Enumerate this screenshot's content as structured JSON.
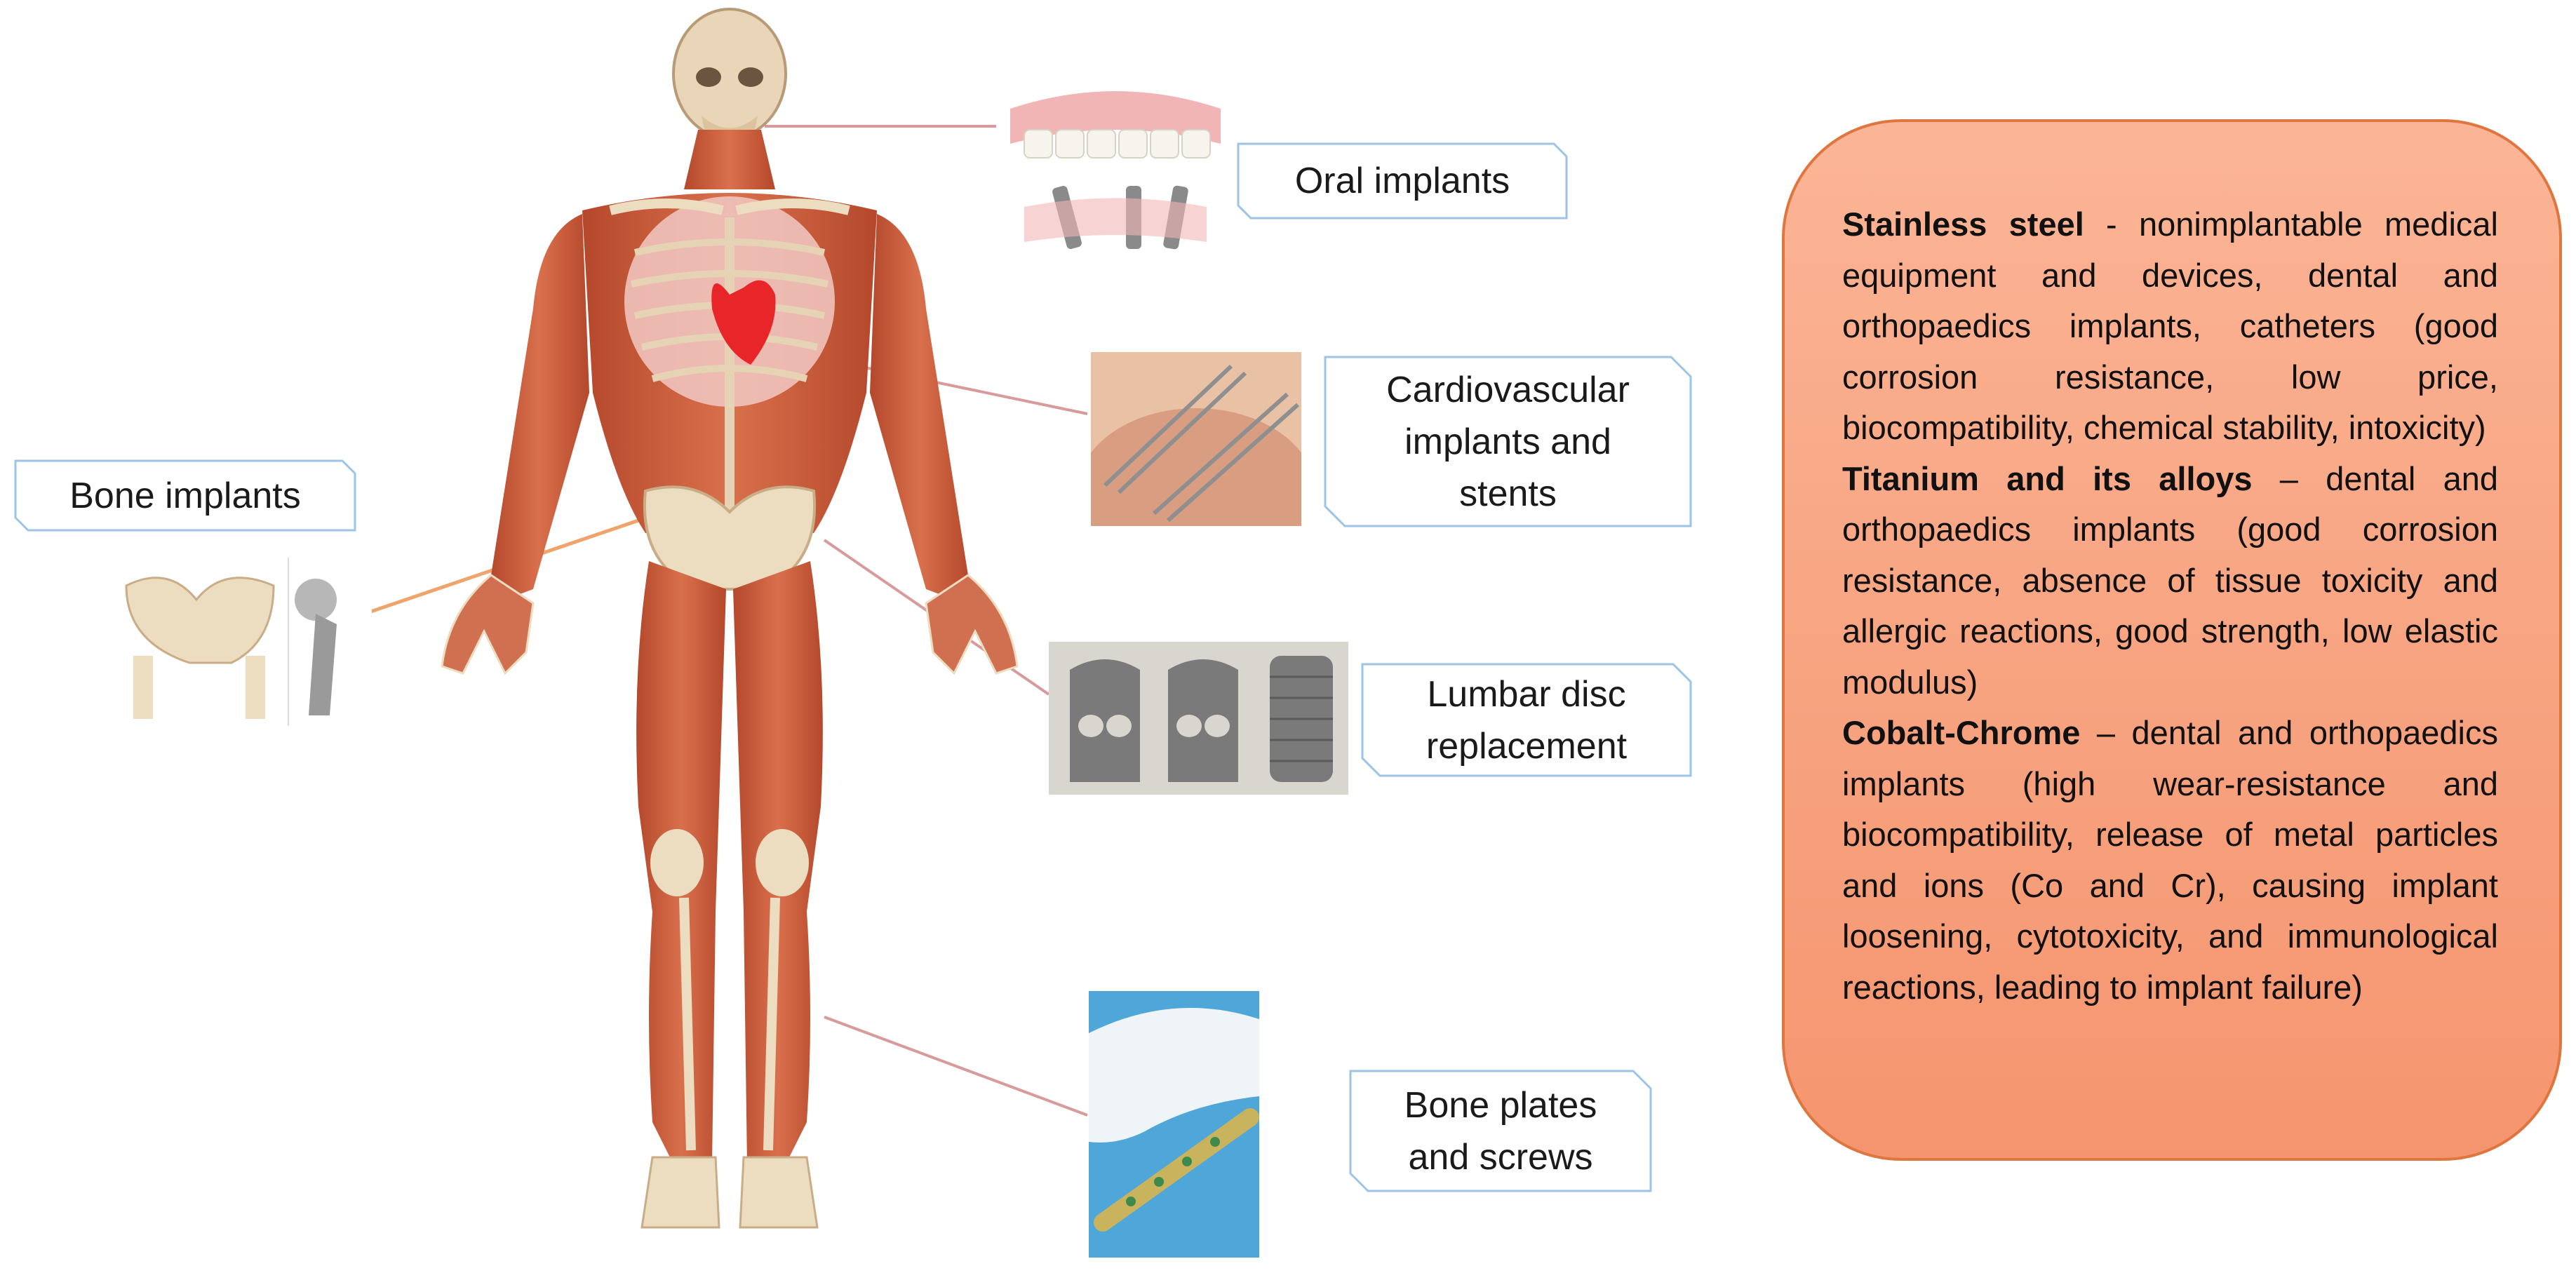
{
  "callouts": {
    "oral": "Oral implants",
    "cardio": [
      "Cardiovascular",
      "implants and",
      "stents"
    ],
    "bone": "Bone implants",
    "lumbar": [
      "Lumbar disc",
      "replacement"
    ],
    "plates": [
      "Bone plates",
      "and screws"
    ]
  },
  "materials": [
    {
      "name": "Stainless steel",
      "separator": " - ",
      "text": "nonimplantable medical equipment and devices, dental and orthopaedics implants, catheters (good corrosion resistance, low price, biocompatibility, chemical stability, intoxicity)"
    },
    {
      "name": "Titanium and its alloys",
      "separator": " – ",
      "text": "dental and orthopaedics implants (good corrosion resistance, absence of tissue toxicity and allergic reactions, good strength, low elastic modulus)"
    },
    {
      "name": "Cobalt-Chrome",
      "separator": " – ",
      "text": "dental and orthopaedics implants (high wear-resistance and biocompatibility, release of metal particles and ions (Co and Cr), causing implant loosening, cytotoxicity, and immunological reactions, leading to implant failure)"
    }
  ],
  "colors": {
    "muscle": "#c9593a",
    "bone": "#ecdcc0",
    "heart": "#e8262a",
    "leader_line": "#d89a9a",
    "callout_border": "#9dc3e6",
    "panel_fill": "#f8a684",
    "panel_border": "#e0763f"
  }
}
